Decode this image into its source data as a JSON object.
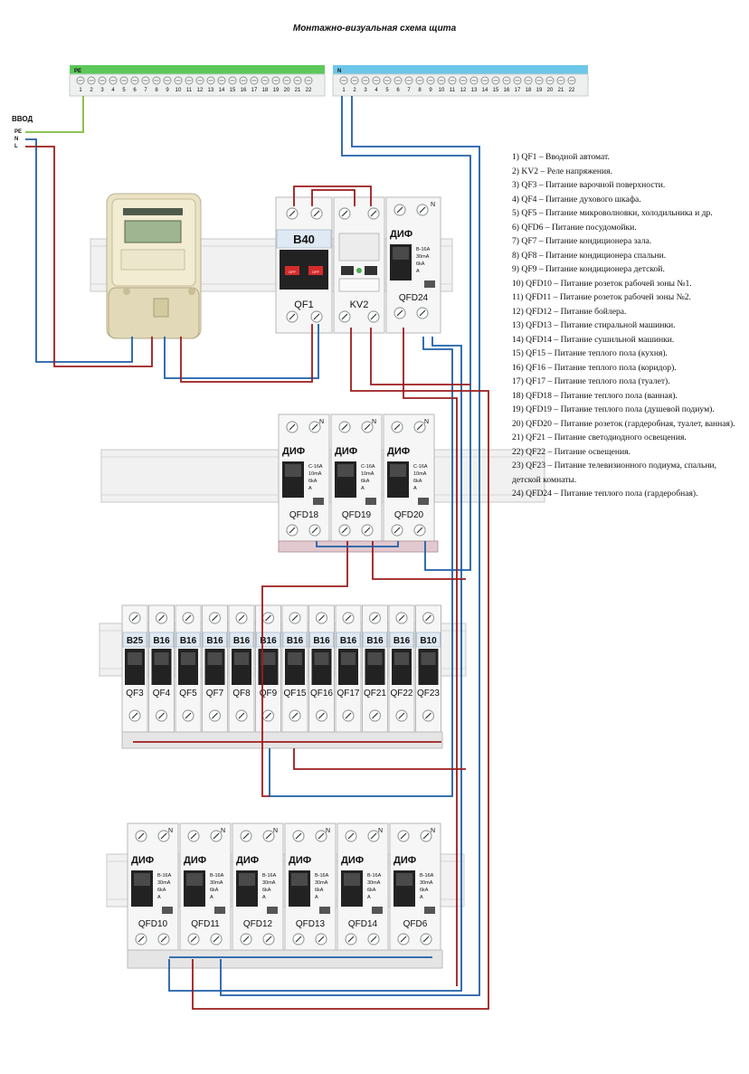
{
  "title": "Монтажно-визуальная схема щита",
  "input": {
    "label": "ВВОД",
    "pe": "PE",
    "n": "N",
    "l": "L"
  },
  "pe_bus": {
    "tag": "PE",
    "terminals": [
      "1",
      "2",
      "3",
      "4",
      "5",
      "6",
      "7",
      "8",
      "9",
      "10",
      "11",
      "12",
      "13",
      "14",
      "15",
      "16",
      "17",
      "18",
      "19",
      "20",
      "21",
      "22"
    ]
  },
  "n_bus": {
    "tag": "N",
    "terminals": [
      "1",
      "2",
      "3",
      "4",
      "5",
      "6",
      "7",
      "8",
      "9",
      "10",
      "11",
      "12",
      "13",
      "14",
      "15",
      "16",
      "17",
      "18",
      "19",
      "20",
      "21",
      "22"
    ]
  },
  "row1": {
    "qf1": {
      "rating": "B40",
      "name": "QF1",
      "off": "OFF"
    },
    "kv2": {
      "name": "KV2"
    },
    "qfd24": {
      "type": "ДИФ",
      "specs": [
        "B-16A",
        "30mA",
        "6kA",
        "A"
      ],
      "name": "QFD24"
    }
  },
  "row2": [
    {
      "type": "ДИФ",
      "specs": [
        "C-16A",
        "10mA",
        "6kA",
        "A"
      ],
      "name": "QFD18"
    },
    {
      "type": "ДИФ",
      "specs": [
        "C-16A",
        "10mA",
        "6kA",
        "A"
      ],
      "name": "QFD19"
    },
    {
      "type": "ДИФ",
      "specs": [
        "C-16A",
        "10mA",
        "6kA",
        "A"
      ],
      "name": "QFD20"
    }
  ],
  "row3": [
    {
      "rating": "B25",
      "name": "QF3"
    },
    {
      "rating": "B16",
      "name": "QF4"
    },
    {
      "rating": "B16",
      "name": "QF5"
    },
    {
      "rating": "B16",
      "name": "QF7"
    },
    {
      "rating": "B16",
      "name": "QF8"
    },
    {
      "rating": "B16",
      "name": "QF9"
    },
    {
      "rating": "B16",
      "name": "QF15"
    },
    {
      "rating": "B16",
      "name": "QF16"
    },
    {
      "rating": "B16",
      "name": "QF17"
    },
    {
      "rating": "B16",
      "name": "QF21"
    },
    {
      "rating": "B16",
      "name": "QF22"
    },
    {
      "rating": "B10",
      "name": "QF23"
    }
  ],
  "row4": [
    {
      "type": "ДИФ",
      "specs": [
        "B-16A",
        "30mA",
        "6kA",
        "A"
      ],
      "name": "QFD10"
    },
    {
      "type": "ДИФ",
      "specs": [
        "B-16A",
        "30mA",
        "6kA",
        "A"
      ],
      "name": "QFD11"
    },
    {
      "type": "ДИФ",
      "specs": [
        "B-16A",
        "30mA",
        "6kA",
        "A"
      ],
      "name": "QFD12"
    },
    {
      "type": "ДИФ",
      "specs": [
        "B-16A",
        "30mA",
        "6kA",
        "A"
      ],
      "name": "QFD13"
    },
    {
      "type": "ДИФ",
      "specs": [
        "B-16A",
        "30mA",
        "6kA",
        "A"
      ],
      "name": "QFD14"
    },
    {
      "type": "ДИФ",
      "specs": [
        "B-16A",
        "30mA",
        "6kA",
        "A"
      ],
      "name": "QFD6"
    }
  ],
  "legend": [
    "1) QF1 – Вводной автомат.",
    "2) KV2 – Реле напряжения.",
    "3) QF3 – Питание варочной поверхности.",
    "4) QF4 – Питание духового шкафа.",
    "5) QF5 – Питание микроволновки, холодильника и др.",
    "6) QFD6 – Питание посудомойки.",
    "7) QF7 – Питание кондиционера зала.",
    "8) QF8 – Питание кондиционера спальни.",
    "9) QF9 – Питание кондиционера детской.",
    "10) QFD10 – Питание розеток рабочей зоны №1.",
    "11) QFD11 – Питание розеток рабочей зоны №2.",
    "12) QFD12 – Питание бойлера.",
    "13) QFD13 – Питание стиральной машинки.",
    "14) QFD14 – Питание сушильной машинки.",
    "15) QF15 – Питание теплого пола (кухня).",
    "16) QF16 – Питание теплого пола (коридор).",
    "17) QF17 – Питание теплого пола (туалет).",
    "18) QFD18 – Питание теплого пола (ванная).",
    "19) QFD19 – Питание теплого пола (душевой подиум).",
    "20) QFD20 – Питание розеток (гардеробная, туалет, ванная).",
    "21) QF21 – Питание светодиодного освещения.",
    "22) QF22 – Питание освещения.",
    "23) QF23 – Питание телевизионного подиума, спальни, детской комнаты.",
    "24) QFD24 – Питание теплого пола (гардеробная)."
  ],
  "colors": {
    "pe": "#7dbb3c",
    "n": "#1f5fa8",
    "l": "#9c1c1c",
    "pe_bus": "#5cc85a",
    "n_bus": "#6cc6e8"
  }
}
